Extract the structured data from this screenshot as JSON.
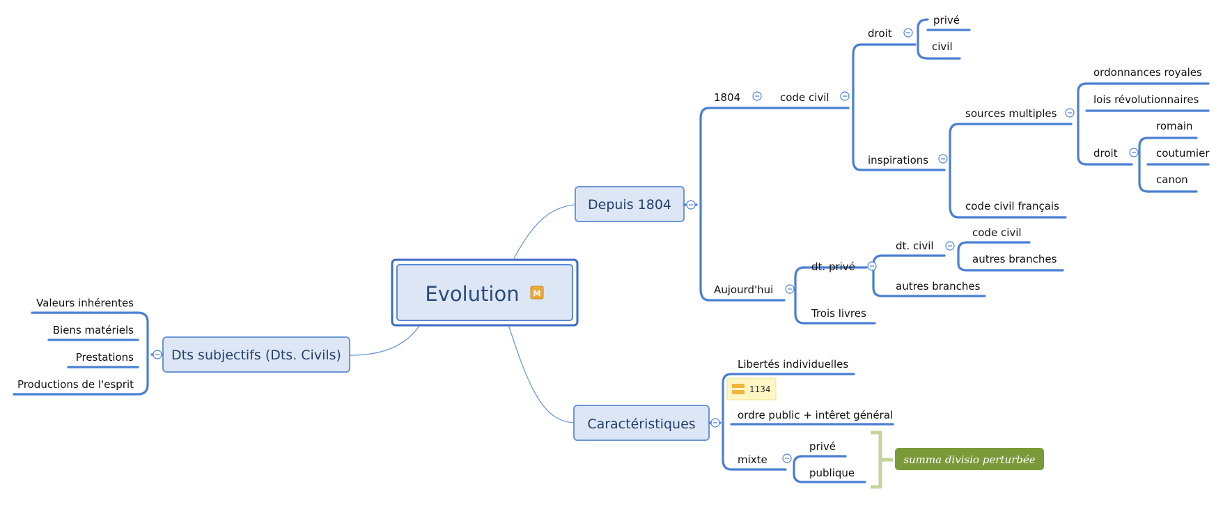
{
  "root": {
    "label": "Evolution",
    "marker": "M"
  },
  "branches": {
    "depuis": "Depuis 1804",
    "dts": "Dts subjectifs (Dts. Civils)",
    "caract": "Caractéristiques"
  },
  "depuis": {
    "n1804": "1804",
    "code_civil": "code civil",
    "droit": "droit",
    "prive": "privé",
    "civil": "civil",
    "inspirations": "inspirations",
    "sources_multiples": "sources multiples",
    "ordonnances": "ordonnances royales",
    "lois": "lois révolutionnaires",
    "droit2": "droit",
    "romain": "romain",
    "coutumier": "coutumier",
    "canon": "canon",
    "ccf": "code civil  français",
    "aujourdhui": "Aujourd'hui",
    "dt_prive": "dt. privé",
    "dt_civil": "dt. civil",
    "code_civil2": "code civil",
    "autres1": "autres branches",
    "autres2": "autres branches",
    "trois_livres": "Trois livres"
  },
  "dts": {
    "valeurs": "Valeurs inhérentes",
    "biens": "Biens matériels",
    "prestations": "Prestations",
    "productions": "Productions de l'esprit"
  },
  "caract": {
    "libertes": "Libertés individuelles",
    "note_count": "1134",
    "ordre": "ordre public + intêret général",
    "mixte": "mixte",
    "prive": "privé",
    "publique": "publique",
    "callout": "summa divisio perturbée"
  },
  "colors": {
    "line": "#4a7fd4",
    "connector": "#6f9ad8",
    "box_fill": "#dce6f4",
    "box_stroke": "#6b96d6",
    "callout": "#7a9a3a",
    "bracket": "#c3d49c"
  }
}
